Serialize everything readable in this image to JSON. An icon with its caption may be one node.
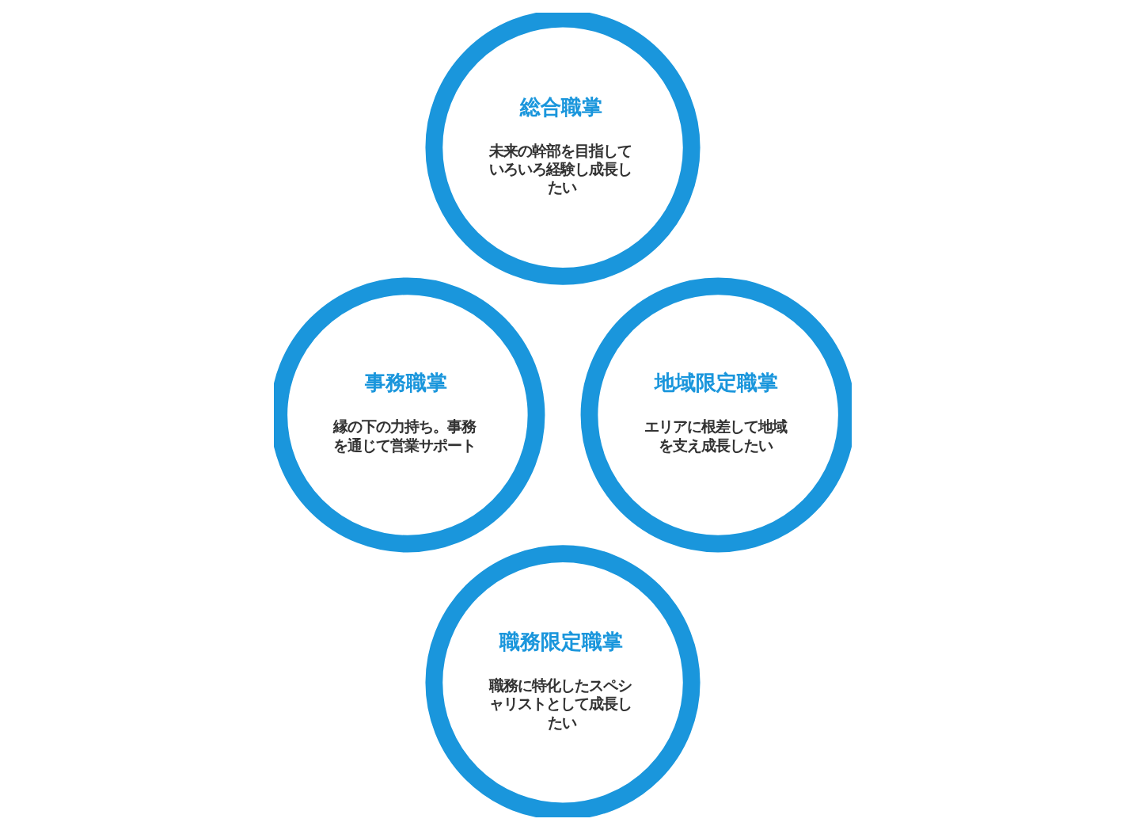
{
  "diagram": {
    "nodes": [
      {
        "text": [
          "総合職掌",
          "未来の幹部を目指していろいろ経験し成長したい"
        ]
      },
      {
        "text": [
          "事務職掌",
          "縁の下の力持ち。事務を通じて営業サポート"
        ]
      },
      {
        "text": [
          "地域限定職掌",
          "エリアに根差して地域を支え成長したい"
        ]
      },
      {
        "text": [
          "職務限定職掌",
          "職務に特化したスペシャリストとして成長したい"
        ]
      }
    ]
  }
}
